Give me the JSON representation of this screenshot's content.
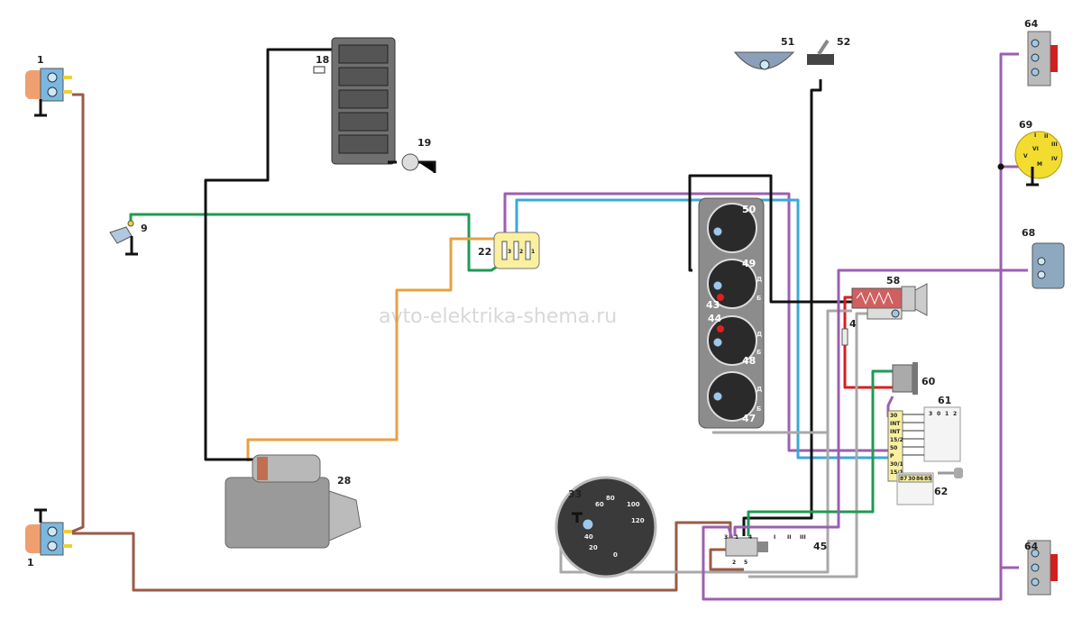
{
  "watermark": "avto-elektrika-shema.ru",
  "wire_colors": {
    "black": "#111111",
    "brown": "#9a5a45",
    "green": "#1f9a55",
    "orange": "#e8a040",
    "purple": "#9b5fb0",
    "blue": "#3aa8d8",
    "red": "#d42020",
    "gray": "#a8a8a8"
  },
  "components": {
    "headlamp_top": "1",
    "headlamp_bottom": "1",
    "sensor_9": "9",
    "battery": "18",
    "gauge_19": "19",
    "relay_22": "22",
    "relay_22_pins": [
      "3",
      "2",
      "1"
    ],
    "starter": "28",
    "speedometer": "33",
    "speedometer_ticks": [
      "0",
      "20",
      "40",
      "60",
      "80",
      "100",
      "120"
    ],
    "light_switch": "45",
    "light_switch_pins": [
      "3",
      "1",
      "4",
      "2",
      "5"
    ],
    "light_switch_positions": [
      "I",
      "II",
      "III"
    ],
    "lamp_51": "51",
    "switch_52": "52",
    "fuse": "4",
    "gauges": {
      "g50": "50",
      "g49": "49",
      "g43": "43",
      "g44": "44",
      "g48": "48",
      "g47": "47",
      "term_d": "Д",
      "term_b": "Б"
    },
    "lighter": "58",
    "horn": "60",
    "ignition_switch": "61",
    "ignition_terminals": [
      "30",
      "INT",
      "INT",
      "15/2",
      "50",
      "P",
      "30/1",
      "15/1"
    ],
    "ignition_positions": [
      "3",
      "0",
      "1",
      "2"
    ],
    "relay_62": "62",
    "relay_62_pins": [
      "87",
      "30",
      "86",
      "85"
    ],
    "rear_lamp_top": "64",
    "rear_lamp_bottom": "64",
    "socket_69": "69",
    "socket_69_pins": [
      "I",
      "II",
      "III",
      "IV",
      "V",
      "VI",
      "M"
    ],
    "plate_lamp": "68"
  }
}
